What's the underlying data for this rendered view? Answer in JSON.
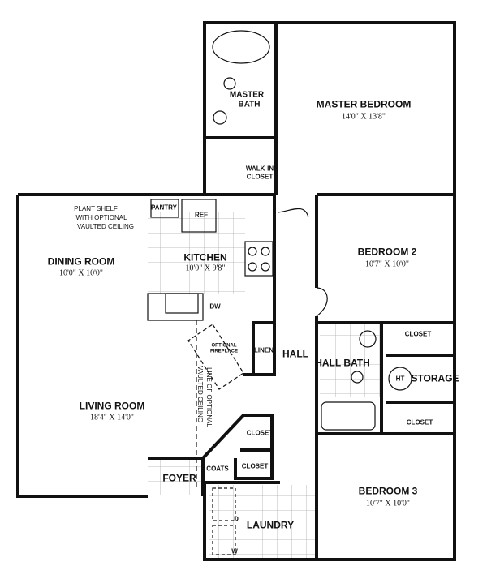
{
  "rooms": {
    "master_bedroom": {
      "name": "MASTER BEDROOM",
      "size": "14'0\" X 13'8\""
    },
    "master_bath": {
      "name_line1": "MASTER",
      "name_line2": "BATH"
    },
    "walk_in_closet": {
      "name_line1": "WALK-IN",
      "name_line2": "CLOSET"
    },
    "kitchen": {
      "name": "KITCHEN",
      "size": "10'0\" X 9'8\""
    },
    "dining_room": {
      "name": "DINING ROOM",
      "size": "10'0\" X 10'0\""
    },
    "living_room": {
      "name": "LIVING ROOM",
      "size": "18'4\" X 14'0\""
    },
    "bedroom2": {
      "name": "BEDROOM 2",
      "size": "10'7\" X 10'0\""
    },
    "bedroom3": {
      "name": "BEDROOM 3",
      "size": "10'7\" X 10'0\""
    },
    "hall": {
      "name": "HALL"
    },
    "hall_bath": {
      "name": "HALL BATH"
    },
    "storage": {
      "name": "STORAGE",
      "heater": "HT"
    },
    "laundry": {
      "name": "LAUNDRY",
      "dryer": "D",
      "washer": "W"
    },
    "foyer": {
      "name": "FOYER"
    },
    "coats": {
      "name": "COATS"
    }
  },
  "fixtures": {
    "pantry": "PANTRY",
    "ref": "REF",
    "dw": "DW",
    "linen": "LINEN",
    "closet_bed2": "CLOSET",
    "closet_bed3": "CLOSET",
    "closet_hall_upper": "CLOSET",
    "closet_hall_lower": "CLOSET",
    "fireplace_line1": "OPTIONAL",
    "fireplace_line2": "FIREPLACE"
  },
  "notes": {
    "plant_shelf_line1": "PLANT SHELF",
    "plant_shelf_line2": "WITH OPTIONAL",
    "plant_shelf_line3": "VAULTED CEILING",
    "vault_line1": "LINE OF OPTIONAL",
    "vault_line2": "VAULTED CEILING"
  }
}
